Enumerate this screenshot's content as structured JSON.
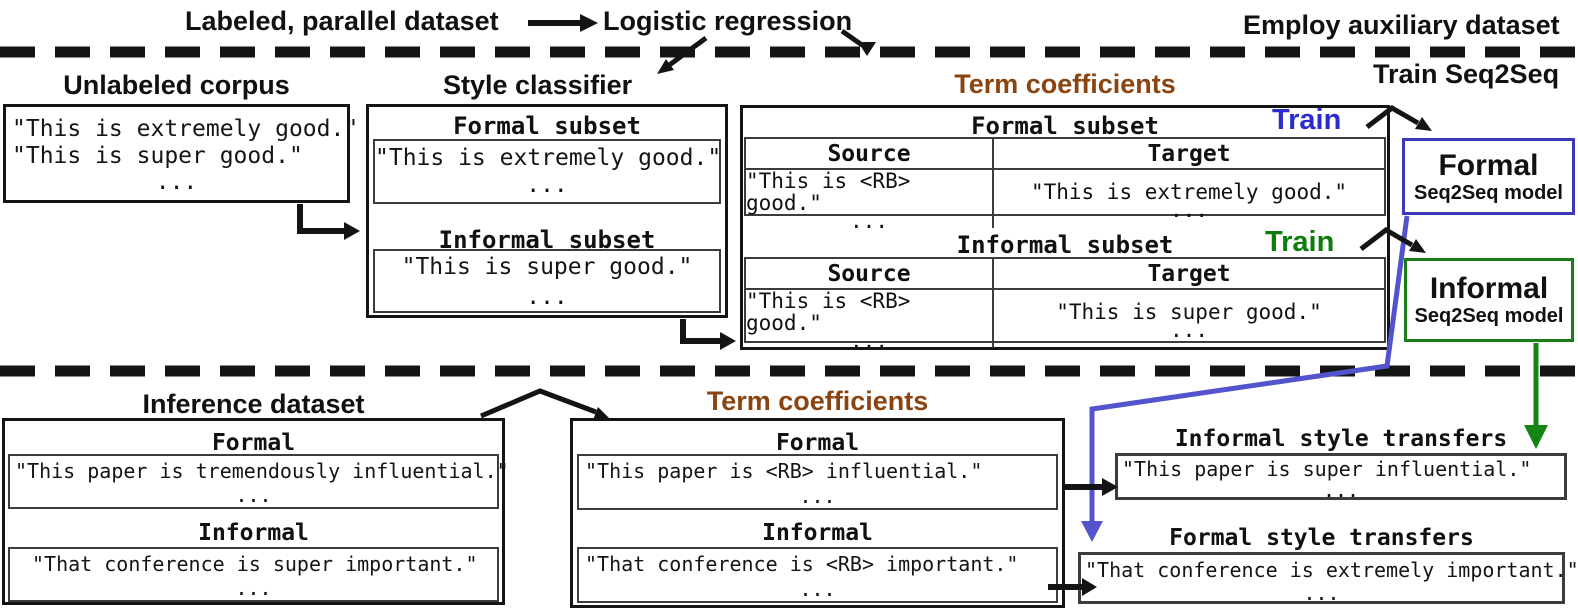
{
  "ellipsis": "...",
  "colors": {
    "heading_brown": "#8a4410",
    "train_blue": "#2b2bd0",
    "train_green": "#0c7d0c",
    "formal_model_border": "#3a3ab8",
    "informal_model_border": "#1a7d1a",
    "flow_blue": "#5353cd",
    "flow_green": "#148414",
    "line_black": "#141414"
  },
  "top": {
    "dataset_label": "Labeled, parallel dataset",
    "regression_label": "Logistic regression",
    "employ_label": "Employ auxiliary dataset",
    "train_seq2seq_label": "Train Seq2Seq",
    "unlabeled": {
      "title": "Unlabeled corpus",
      "line1": "\"This is extremely good.\"",
      "line2": "\"This is super good.\""
    },
    "classifier": {
      "title": "Style classifier",
      "formal_label": "Formal subset",
      "formal_line": "\"This is extremely good.\"",
      "informal_label": "Informal subset",
      "informal_line": "\"This is super good.\""
    },
    "coefficients": {
      "title": "Term coefficients",
      "formal_label": "Formal subset",
      "informal_label": "Informal subset",
      "source_header": "Source",
      "target_header": "Target",
      "formal_source": "\"This is <RB> good.\"",
      "formal_target": "\"This is extremely good.\"",
      "informal_source": "\"This is <RB> good.\"",
      "informal_target": "\"This is super good.\"",
      "train_formal": "Train",
      "train_informal": "Train"
    },
    "formal_model": {
      "name": "Formal",
      "type": "Seq2Seq model"
    },
    "informal_model": {
      "name": "Informal",
      "type": "Seq2Seq model"
    }
  },
  "bottom": {
    "inference": {
      "title": "Inference dataset",
      "formal_label": "Formal",
      "formal_line": "\"This paper is tremendously influential.\"",
      "informal_label": "Informal",
      "informal_line": "\"That conference is super important.\""
    },
    "coefficients": {
      "title": "Term coefficients",
      "formal_label": "Formal",
      "formal_line": "\"This paper is <RB> influential.\"",
      "informal_label": "Informal",
      "informal_line": "\"That conference is <RB> important.\""
    },
    "informal_transfers": {
      "title": "Informal style transfers",
      "line": "\"This paper is super influential.\""
    },
    "formal_transfers": {
      "title": "Formal style transfers",
      "line": "\"That conference is extremely important.\""
    }
  }
}
